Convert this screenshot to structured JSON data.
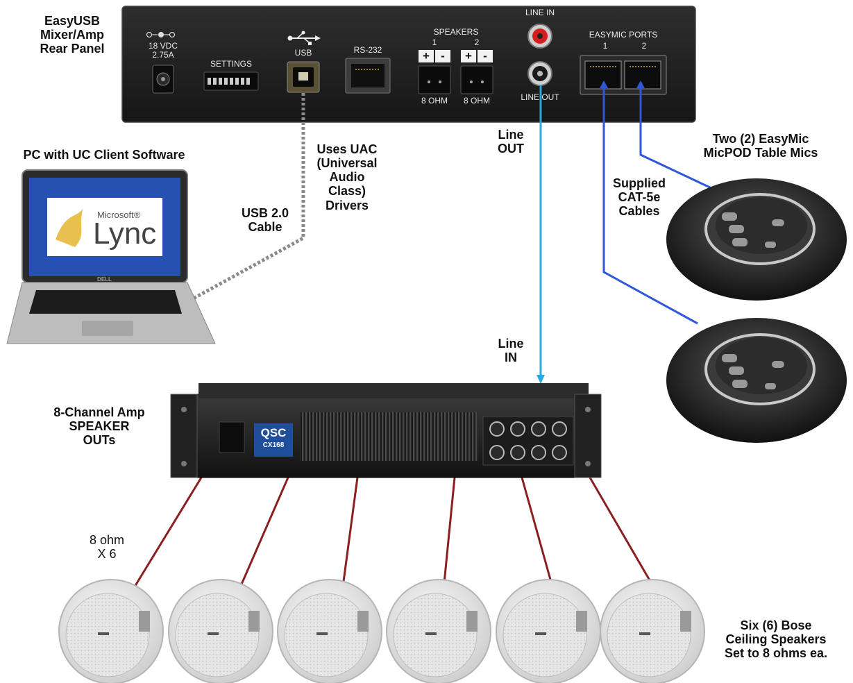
{
  "rear_panel": {
    "title": "EasyUSB\nMixer/Amp\nRear Panel",
    "power_label": "18 VDC\n2.75A",
    "settings_label": "SETTINGS",
    "usb_label": "USB",
    "rs232_label": "RS-232",
    "speakers_label": "SPEAKERS",
    "speaker_1": "1",
    "speaker_2": "2",
    "speaker_1_ohm": "8 OHM",
    "speaker_2_ohm": "8 OHM",
    "line_in_label": "LINE IN",
    "line_out_label": "LINE OUT",
    "easymic_label": "EASYMIC PORTS",
    "easymic_1": "1",
    "easymic_2": "2"
  },
  "pc": {
    "title": "PC with UC Client Software",
    "screen_brand": "Microsoft®",
    "screen_product": "Lync",
    "laptop_brand": "DELL"
  },
  "labels": {
    "usb_cable": "USB 2.0\nCable",
    "uac": "Uses UAC\n(Universal\nAudio\nClass)\nDrivers",
    "line_out": "Line\nOUT",
    "line_in": "Line\nIN",
    "cat5": "Supplied\nCAT-5e\nCables",
    "mics": "Two (2) EasyMic\nMicPOD Table Mics",
    "amp": "8-Channel Amp\nSPEAKER\nOUTs",
    "ohm_count": "8 ohm\nX 6",
    "speakers": "Six (6) Bose\nCeiling Speakers\nSet to 8 ohms ea."
  },
  "amp": {
    "brand": "QSC",
    "model": "CX168"
  },
  "colors": {
    "panel": "#1e1e1e",
    "cat5_cable": "#2f57d8",
    "line_cable": "#2aa8e0",
    "speaker_wire": "#8b1f1f",
    "usb_cable": "#888888"
  }
}
